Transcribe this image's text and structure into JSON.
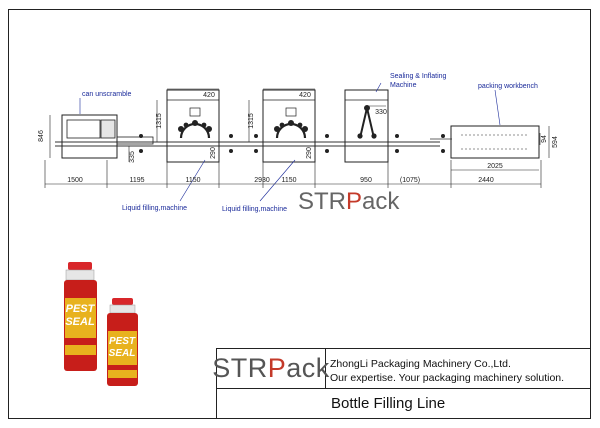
{
  "brand": {
    "logo_prefix": "STR",
    "logo_accent": "P",
    "logo_suffix": "ack",
    "accent_color": "#c43a2a"
  },
  "company": {
    "name": "ZhongLi Packaging Machinery Co.,Ltd.",
    "slogan": "Our expertise. Your packaging machinery solution."
  },
  "drawing_title": "Bottle Filling Line",
  "machines": {
    "unscrambler": "can unscramble",
    "filler_1": "Liquid filling,machine",
    "filler_2": "Liquid filling,machine",
    "sealing_line1": "Sealing & Inflating",
    "sealing_line2": "Machine",
    "workbench": "packing workbench"
  },
  "dimensions": {
    "bottom": [
      "1500",
      "1195",
      "1150",
      "2930",
      "1150",
      "950",
      "(1075)",
      "2440"
    ],
    "workbench_length": "2025",
    "width_a": "420",
    "width_b": "420",
    "width_c": "330",
    "height_left": "846",
    "height_conveyor": "1315",
    "height_conveyor_b": "1315",
    "small_offset": "335",
    "filler_depth_a": "290",
    "filler_depth_b": "290",
    "workbench_w1": "594",
    "workbench_w2": "94"
  },
  "product": {
    "label_line1": "PEST",
    "label_line2": "SEAL",
    "can_color": "#c71e1a",
    "cap_color": "#d8262a",
    "label_color": "#e8b21e"
  }
}
